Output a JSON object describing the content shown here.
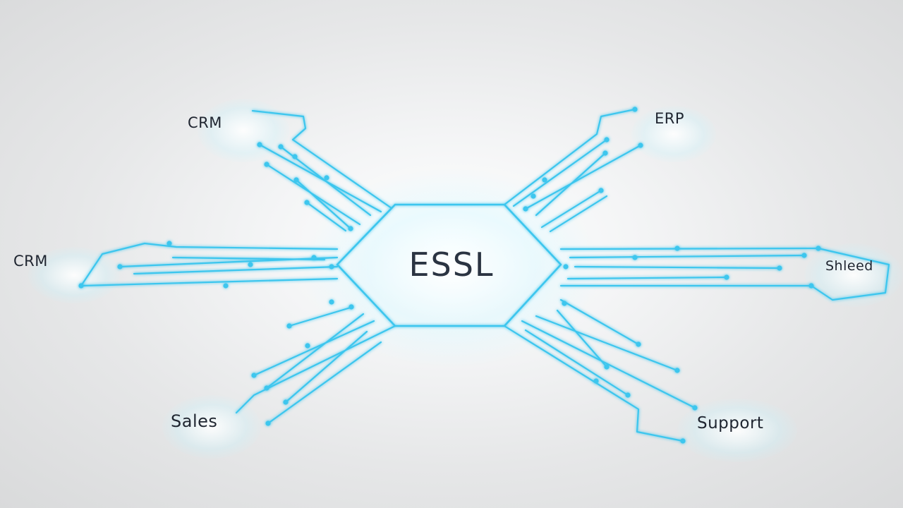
{
  "hub": {
    "label": "ESSL"
  },
  "nodes": [
    {
      "id": "crm-top",
      "label": "CRM"
    },
    {
      "id": "erp",
      "label": "ERP"
    },
    {
      "id": "crm-left",
      "label": "CRM"
    },
    {
      "id": "shleed",
      "label": "Shleed"
    },
    {
      "id": "sales",
      "label": "Sales"
    },
    {
      "id": "support",
      "label": "Support"
    }
  ],
  "colors": {
    "trace": "#3cc6ee",
    "trace_glow": "#9fe8ff",
    "text": "#1f2530",
    "hub_text": "#2b3442"
  }
}
